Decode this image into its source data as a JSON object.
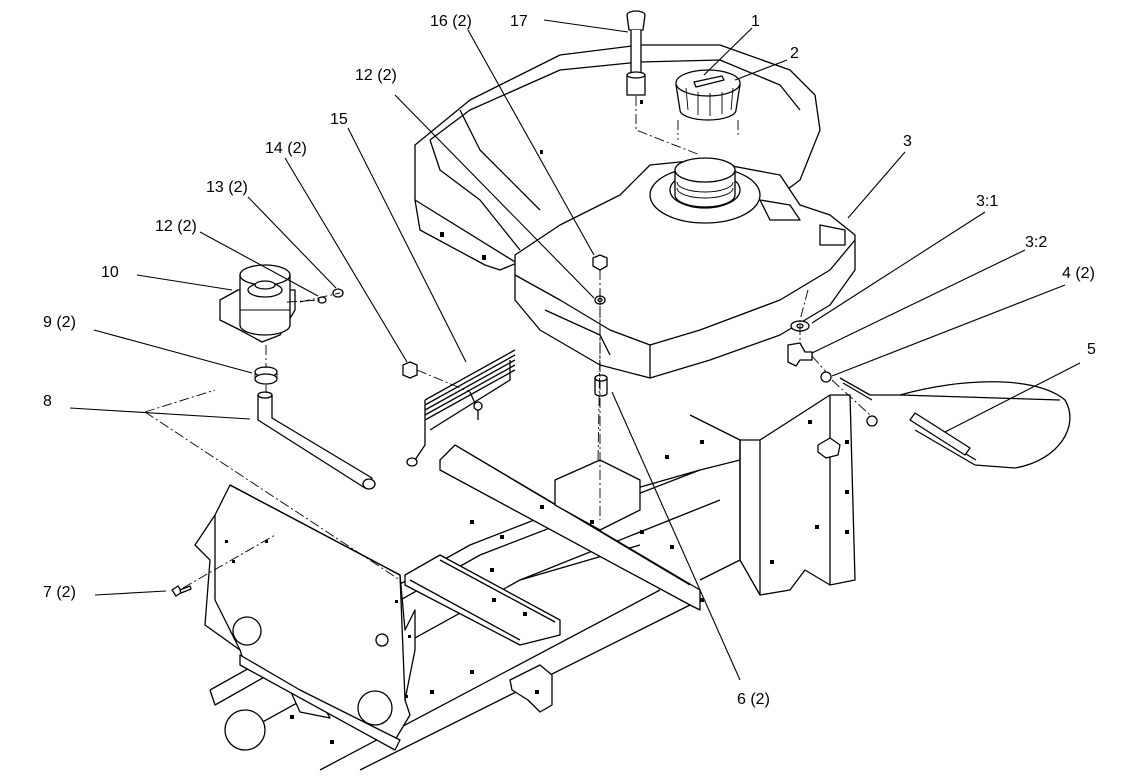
{
  "callouts": [
    {
      "id": "c1",
      "text": "1"
    },
    {
      "id": "c2",
      "text": "2"
    },
    {
      "id": "c3",
      "text": "3"
    },
    {
      "id": "c3_1",
      "text": "3:1"
    },
    {
      "id": "c3_2",
      "text": "3:2"
    },
    {
      "id": "c4",
      "text": "4 (2)"
    },
    {
      "id": "c5",
      "text": "5"
    },
    {
      "id": "c6",
      "text": "6 (2)"
    },
    {
      "id": "c7",
      "text": "7 (2)"
    },
    {
      "id": "c8",
      "text": "8"
    },
    {
      "id": "c9",
      "text": "9 (2)"
    },
    {
      "id": "c10",
      "text": "10"
    },
    {
      "id": "c12a",
      "text": "12 (2)"
    },
    {
      "id": "c12b",
      "text": "12 (2)"
    },
    {
      "id": "c13",
      "text": "13 (2)"
    },
    {
      "id": "c14",
      "text": "14 (2)"
    },
    {
      "id": "c15",
      "text": "15"
    },
    {
      "id": "c16",
      "text": "16 (2)"
    },
    {
      "id": "c17",
      "text": "17"
    }
  ]
}
